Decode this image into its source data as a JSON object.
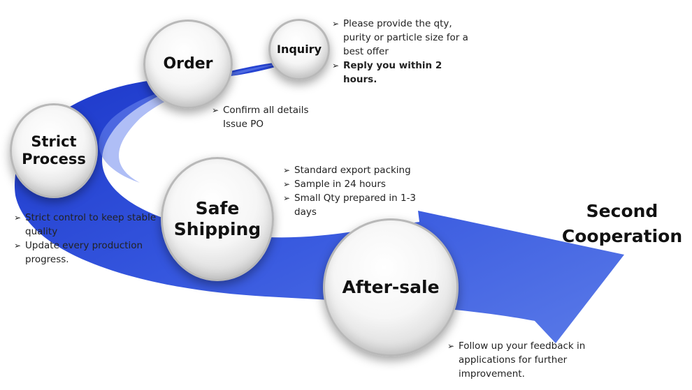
{
  "colors": {
    "arrow_dark": "#1f3fd0",
    "arrow_light": "#4a6ce8",
    "circle_border": "#b8b8b8"
  },
  "steps": {
    "inquiry": {
      "label": "Inquiry",
      "notes": [
        "Please provide the qty, purity or particle size for a best offer",
        "Reply you within 2 hours."
      ]
    },
    "order": {
      "label": "Order",
      "notes": [
        "Confirm all details",
        "Issue PO"
      ]
    },
    "strict": {
      "label_line1": "Strict",
      "label_line2": "Process",
      "notes": [
        "Strict control to keep stable quality",
        "Update every production progress."
      ]
    },
    "safe": {
      "label_line1": "Safe",
      "label_line2": "Shipping",
      "notes": [
        "Standard export packing",
        "Sample in 24 hours",
        "Small Qty prepared in 1-3 days"
      ]
    },
    "after": {
      "label": "After-sale",
      "notes": [
        "Follow up your feedback in applications for further improvement."
      ]
    }
  },
  "destination": {
    "line1": "Second",
    "line2": "Cooperation"
  }
}
